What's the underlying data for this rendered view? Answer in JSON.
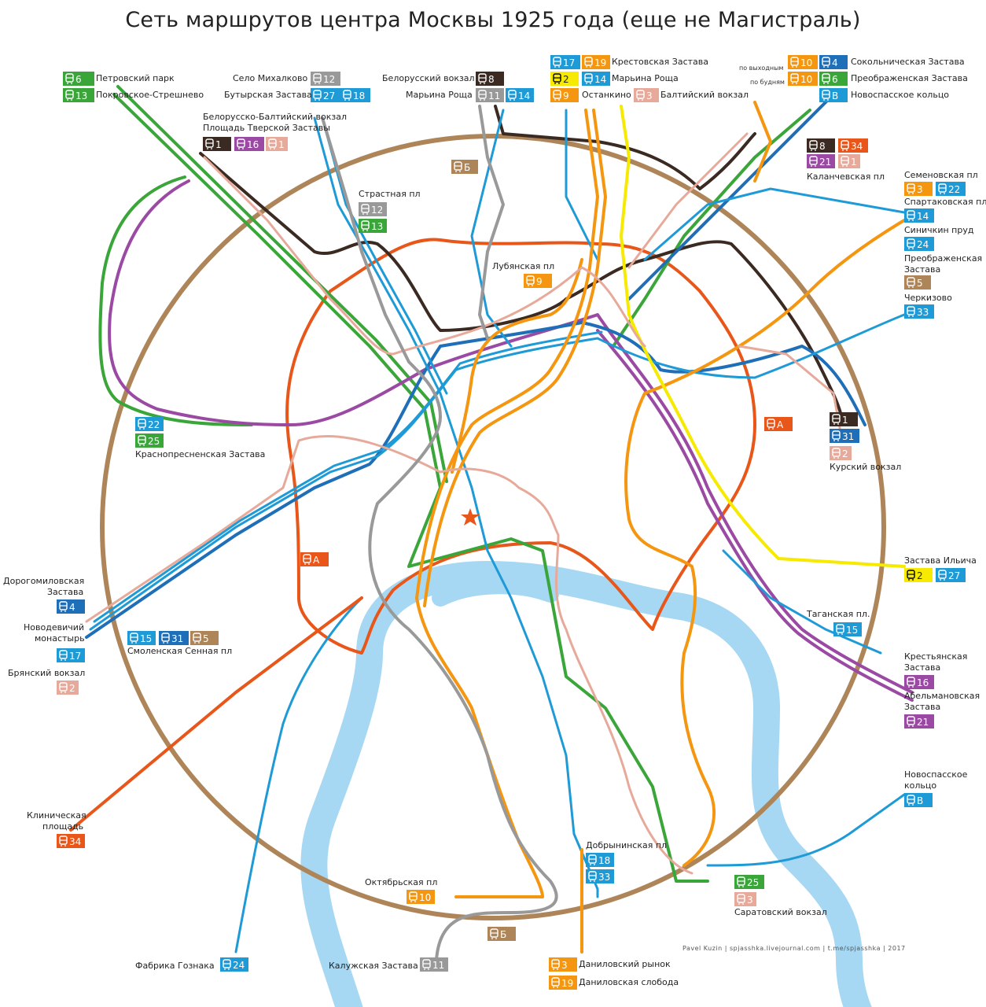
{
  "title": "Сеть маршрутов центра Москвы 1925 года (еще не Магистраль)",
  "credit": "Pavel Kuzin | spjasshka.livejournal.com | t.me/spjasshka | 2017",
  "colors": {
    "green": "#3aa63a",
    "blue": "#1e9ad6",
    "dblue": "#1f6fb8",
    "orange": "#f4960f",
    "dorange": "#e8561a",
    "brown": "#3b2a22",
    "purple": "#9b4aa4",
    "pink": "#e7a99a",
    "yellow": "#f6ea00",
    "gray": "#999999",
    "tan": "#ae8558",
    "river": "#a6d8f3",
    "star": "#e8561a"
  },
  "icon": "tram-icon",
  "labels": [
    {
      "id": "petrovsky",
      "text": "Петровский парк"
    },
    {
      "id": "pokrovskoe",
      "text": "Покровское-Стрешнево"
    },
    {
      "id": "selo",
      "text": "Село Михалково"
    },
    {
      "id": "butyrskaya",
      "text": "Бутырская Застава"
    },
    {
      "id": "belorussky",
      "text": "Белорусский вокзал"
    },
    {
      "id": "marina1",
      "text": "Марьина Роща"
    },
    {
      "id": "krestovskaya",
      "text": "Крестовская Застава"
    },
    {
      "id": "marina2",
      "text": "Марьина Роща"
    },
    {
      "id": "ostankino",
      "text": "Останкино"
    },
    {
      "id": "baltiysky",
      "text": "Балтийский вокзал"
    },
    {
      "id": "sokolnicheskaya",
      "text": "Сокольническая Застава"
    },
    {
      "id": "preobrazhenskaya",
      "text": "Преображенская Застава"
    },
    {
      "id": "novospasskoe",
      "text": "Новоспасское кольцо"
    },
    {
      "id": "vyhodnym",
      "text": "по выходным"
    },
    {
      "id": "budnyam",
      "text": "по будням"
    },
    {
      "id": "belbalt1",
      "text": "Белорусско-Балтийский вокзал"
    },
    {
      "id": "belbalt2",
      "text": "Площадь Тверской Заставы"
    },
    {
      "id": "kalanchevskaya",
      "text": "Каланчевская пл"
    },
    {
      "id": "semenovskaya",
      "text": "Семеновская пл"
    },
    {
      "id": "spartakovskaya",
      "text": "Спартаковская пл"
    },
    {
      "id": "sinichkin",
      "text": "Синичкин пруд"
    },
    {
      "id": "preobr2a",
      "text": "Преображенская"
    },
    {
      "id": "preobr2b",
      "text": "Застава"
    },
    {
      "id": "cherkizovo",
      "text": "Черкизово"
    },
    {
      "id": "strastnaya",
      "text": "Страстная пл"
    },
    {
      "id": "lubyanskaya",
      "text": "Лубянская пл"
    },
    {
      "id": "krasnopresnenskaya",
      "text": "Краснопресненская Застава"
    },
    {
      "id": "kursky",
      "text": "Курский вокзал"
    },
    {
      "id": "ilyicha",
      "text": "Застава Ильича"
    },
    {
      "id": "dorogomilovskaya1",
      "text": "Дорогомиловская"
    },
    {
      "id": "dorogomilovskaya2",
      "text": "Застава"
    },
    {
      "id": "novodevichy1",
      "text": "Новодевичий"
    },
    {
      "id": "novodevichy2",
      "text": "монастырь"
    },
    {
      "id": "smolenskaya",
      "text": "Смоленская Сенная пл"
    },
    {
      "id": "bryansky",
      "text": "Брянский вокзал"
    },
    {
      "id": "taganskaya",
      "text": "Таганская пл."
    },
    {
      "id": "krestyanskaya1",
      "text": "Крестьянская"
    },
    {
      "id": "krestyanskaya2",
      "text": "Застава"
    },
    {
      "id": "abelmanovskaya1",
      "text": "Абельмановская"
    },
    {
      "id": "abelmanovskaya2",
      "text": "Застава"
    },
    {
      "id": "novospasskoe2a",
      "text": "Новоспасское"
    },
    {
      "id": "novospasskoe2b",
      "text": "кольцо"
    },
    {
      "id": "klinicheskaya1",
      "text": "Клиническая"
    },
    {
      "id": "klinicheskaya2",
      "text": "площадь"
    },
    {
      "id": "dobryninskaya",
      "text": "Добрынинская пл"
    },
    {
      "id": "oktyabrskaya",
      "text": "Октябрьская пл"
    },
    {
      "id": "saratovsky",
      "text": "Саратовский вокзал"
    },
    {
      "id": "goznak",
      "text": "Фабрика Гознака"
    },
    {
      "id": "kaluzhskaya",
      "text": "Калужская Застава"
    },
    {
      "id": "danilovsky",
      "text": "Даниловский рынок"
    },
    {
      "id": "danilovskaya",
      "text": "Даниловская слобода"
    }
  ],
  "badges": [
    {
      "id": "b6",
      "num": "6",
      "color": "green"
    },
    {
      "id": "b13",
      "num": "13",
      "color": "green"
    },
    {
      "id": "b12a",
      "num": "12",
      "color": "gray"
    },
    {
      "id": "b27a",
      "num": "27",
      "color": "blue"
    },
    {
      "id": "b18a",
      "num": "18",
      "color": "blue"
    },
    {
      "id": "b8a",
      "num": "8",
      "color": "brown"
    },
    {
      "id": "b11a",
      "num": "11",
      "color": "gray"
    },
    {
      "id": "b14a",
      "num": "14",
      "color": "blue"
    },
    {
      "id": "b17a",
      "num": "17",
      "color": "blue"
    },
    {
      "id": "b19a",
      "num": "19",
      "color": "orange"
    },
    {
      "id": "b2a",
      "num": "2",
      "color": "yellow"
    },
    {
      "id": "b14b",
      "num": "14",
      "color": "blue"
    },
    {
      "id": "b9a",
      "num": "9",
      "color": "orange"
    },
    {
      "id": "b3a",
      "num": "3",
      "color": "pink"
    },
    {
      "id": "b10a",
      "num": "10",
      "color": "orange"
    },
    {
      "id": "b4a",
      "num": "4",
      "color": "dblue"
    },
    {
      "id": "b10b",
      "num": "10",
      "color": "orange"
    },
    {
      "id": "b6b",
      "num": "6",
      "color": "green"
    },
    {
      "id": "bBa",
      "num": "В",
      "color": "blue"
    },
    {
      "id": "b1a",
      "num": "1",
      "color": "brown"
    },
    {
      "id": "b16a",
      "num": "16",
      "color": "purple"
    },
    {
      "id": "b1b",
      "num": "1",
      "color": "pink"
    },
    {
      "id": "b8b",
      "num": "8",
      "color": "brown"
    },
    {
      "id": "b34a",
      "num": "34",
      "color": "dorange"
    },
    {
      "id": "b21a",
      "num": "21",
      "color": "purple"
    },
    {
      "id": "b1c",
      "num": "1",
      "color": "pink"
    },
    {
      "id": "b3b",
      "num": "3",
      "color": "orange"
    },
    {
      "id": "b22a",
      "num": "22",
      "color": "blue"
    },
    {
      "id": "b14c",
      "num": "14",
      "color": "blue"
    },
    {
      "id": "b24a",
      "num": "24",
      "color": "blue"
    },
    {
      "id": "b5a",
      "num": "5",
      "color": "tan"
    },
    {
      "id": "b33a",
      "num": "33",
      "color": "blue"
    },
    {
      "id": "bBB",
      "num": "Б",
      "color": "tan"
    },
    {
      "id": "b12b",
      "num": "12",
      "color": "gray"
    },
    {
      "id": "b13b",
      "num": "13",
      "color": "green"
    },
    {
      "id": "b9b",
      "num": "9",
      "color": "orange"
    },
    {
      "id": "b22b",
      "num": "22",
      "color": "blue"
    },
    {
      "id": "b25a",
      "num": "25",
      "color": "green"
    },
    {
      "id": "bAa",
      "num": "А",
      "color": "dorange"
    },
    {
      "id": "b1d",
      "num": "1",
      "color": "brown"
    },
    {
      "id": "b31a",
      "num": "31",
      "color": "dblue"
    },
    {
      "id": "b2b",
      "num": "2",
      "color": "pink"
    },
    {
      "id": "bAb",
      "num": "А",
      "color": "dorange"
    },
    {
      "id": "b2c",
      "num": "2",
      "color": "yellow"
    },
    {
      "id": "b27b",
      "num": "27",
      "color": "blue"
    },
    {
      "id": "b4b",
      "num": "4",
      "color": "dblue"
    },
    {
      "id": "b15a",
      "num": "15",
      "color": "blue"
    },
    {
      "id": "b31b",
      "num": "31",
      "color": "dblue"
    },
    {
      "id": "b5b",
      "num": "5",
      "color": "tan"
    },
    {
      "id": "b17b",
      "num": "17",
      "color": "blue"
    },
    {
      "id": "b2d",
      "num": "2",
      "color": "pink"
    },
    {
      "id": "b15b",
      "num": "15",
      "color": "blue"
    },
    {
      "id": "b16b",
      "num": "16",
      "color": "purple"
    },
    {
      "id": "b21b",
      "num": "21",
      "color": "purple"
    },
    {
      "id": "bBc",
      "num": "В",
      "color": "blue"
    },
    {
      "id": "b34b",
      "num": "34",
      "color": "dorange"
    },
    {
      "id": "b18b",
      "num": "18",
      "color": "blue"
    },
    {
      "id": "b33b",
      "num": "33",
      "color": "blue"
    },
    {
      "id": "b10c",
      "num": "10",
      "color": "orange"
    },
    {
      "id": "b25b",
      "num": "25",
      "color": "green"
    },
    {
      "id": "b3c",
      "num": "3",
      "color": "pink"
    },
    {
      "id": "bBd",
      "num": "Б",
      "color": "tan"
    },
    {
      "id": "b24b",
      "num": "24",
      "color": "blue"
    },
    {
      "id": "b11b",
      "num": "11",
      "color": "gray"
    },
    {
      "id": "b3d",
      "num": "3",
      "color": "orange"
    },
    {
      "id": "b19b",
      "num": "19",
      "color": "orange"
    }
  ]
}
